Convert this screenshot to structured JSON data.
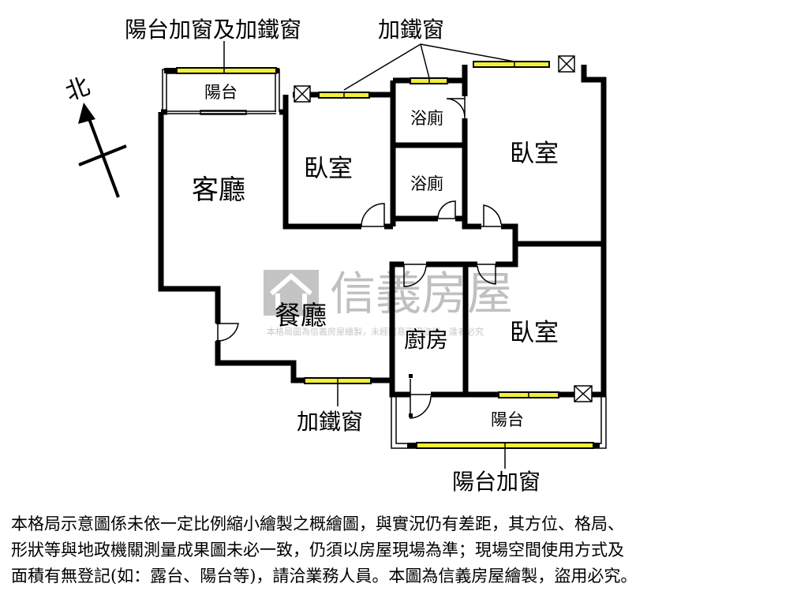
{
  "north": {
    "label": "北"
  },
  "rooms": {
    "living_room": "客廳",
    "dining_room": "餐廳",
    "kitchen": "廚房",
    "bedroom_1": "臥室",
    "bedroom_2": "臥室",
    "bedroom_3": "臥室",
    "bathroom_1": "浴廁",
    "bathroom_2": "浴廁",
    "balcony_top": "陽台",
    "balcony_bottom": "陽台"
  },
  "callouts": {
    "top_left": "陽台加窗及加鐵窗",
    "top_middle": "加鐵窗",
    "bottom_left": "加鐵窗",
    "bottom_right": "陽台加窗"
  },
  "watermark": {
    "brand": "信義房屋",
    "small": "本格局圖為信義房屋繪製，未經同意不得盜用，違者必究"
  },
  "disclaimer": {
    "line1": "本格局示意圖係未依一定比例縮小繪製之概繪圖，與實況仍有差距，其方位、格局、",
    "line2": "形狀等與地政機關測量成果圖未必一致，仍須以房屋現場為準；現場空間使用方式及",
    "line3": "面積有無登記(如：露台、陽台等)，請洽業務人員。本圖為信義房屋繪製，盜用必究。"
  },
  "colors": {
    "wall": "#000000",
    "window": "#f2ef3a",
    "watermark": "#b8b8b8"
  }
}
